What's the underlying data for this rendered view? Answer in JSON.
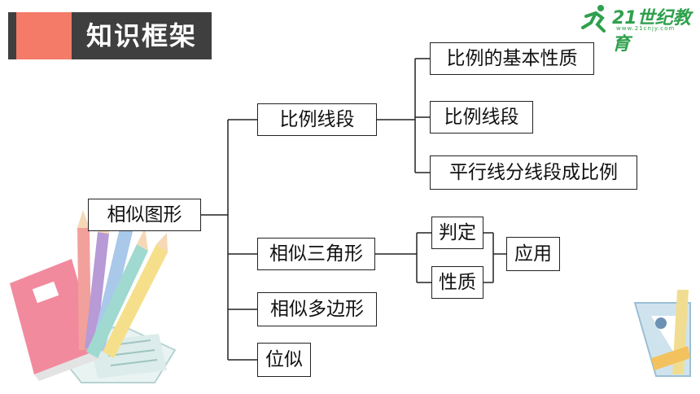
{
  "header": {
    "title": "知识框架"
  },
  "logo": {
    "text": "21世纪教育",
    "url": "www.21cnjy.com"
  },
  "diagram": {
    "root": "相似图形",
    "branches": {
      "proportional_segments": "比例线段",
      "similar_triangles": "相似三角形",
      "similar_polygons": "相似多边形",
      "homothety": "位似"
    },
    "segment_children": {
      "basic_property": "比例的基本性质",
      "proportional_segments": "比例线段",
      "parallel_lines": "平行线分线段成比例"
    },
    "triangle_children": {
      "judgment": "判定",
      "property": "性质",
      "application": "应用"
    }
  }
}
